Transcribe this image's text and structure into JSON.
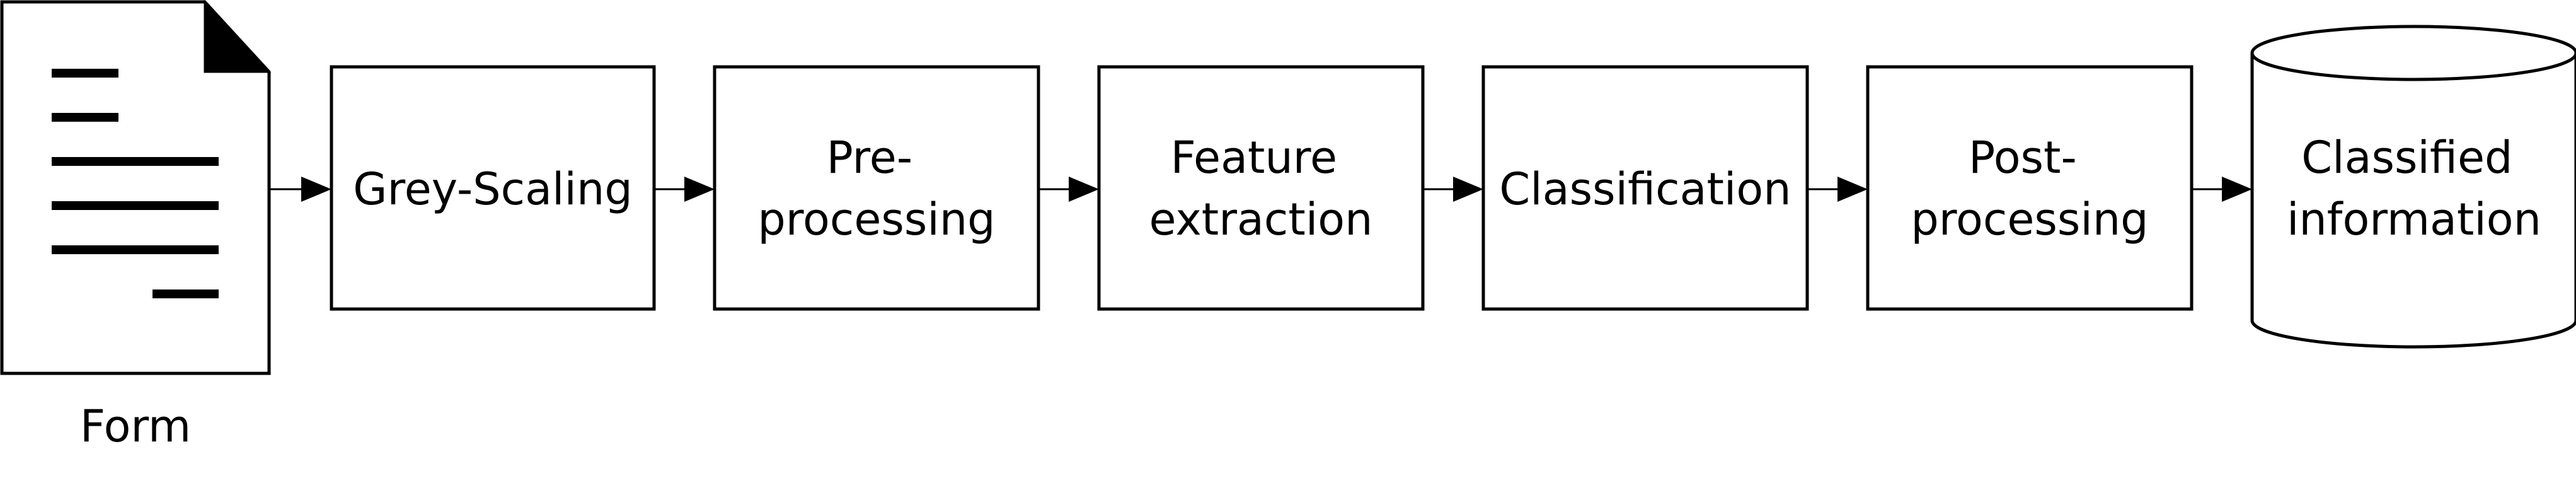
{
  "form": {
    "label": "Form",
    "icon": "document-icon"
  },
  "steps": [
    {
      "id": "grey-scaling",
      "lines": [
        "Grey-Scaling"
      ]
    },
    {
      "id": "pre-processing",
      "lines": [
        "Pre-",
        "processing"
      ]
    },
    {
      "id": "feature-extraction",
      "lines": [
        "Feature",
        "extraction"
      ]
    },
    {
      "id": "classification",
      "lines": [
        "Classification"
      ]
    },
    {
      "id": "post-processing",
      "lines": [
        "Post-",
        "processing"
      ]
    }
  ],
  "output": {
    "lines": [
      "Classified",
      "information"
    ],
    "icon": "database-icon"
  },
  "colors": {
    "stroke": "#000000",
    "fill": "#ffffff",
    "text": "#000000"
  }
}
